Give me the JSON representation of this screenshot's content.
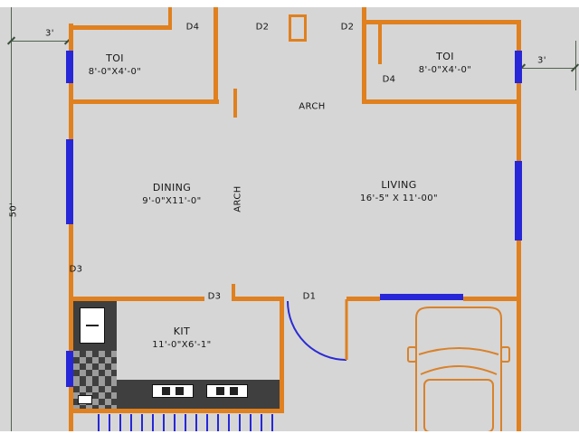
{
  "drawing": {
    "type": "residential floor plan",
    "dimension_left": "50'",
    "dimension_top_left": "3'",
    "dimension_top_right": "3'"
  },
  "rooms": {
    "toi_left": {
      "name": "TOI",
      "size": "8'-0\"X4'-0\""
    },
    "toi_right": {
      "name": "TOI",
      "size": "8'-0\"X4'-0\""
    },
    "dining": {
      "name": "DINING",
      "size": "9'-0\"X11'-0\""
    },
    "living": {
      "name": "LIVING",
      "size": "16'-5\" X 11'-00\""
    },
    "kitchen": {
      "name": "KIT",
      "size": "11'-0\"X6'-1\""
    }
  },
  "doors": {
    "d1": "D1",
    "d2_left": "D2",
    "d2_right": "D2",
    "d3_upper": "D3",
    "d3_lower": "D3",
    "d4_left": "D4",
    "d4_right": "D4"
  },
  "openings": {
    "arch_top": "ARCH",
    "arch_middle": "ARCH"
  },
  "colors": {
    "background": "#d6d6d6",
    "wall": "#e0801e",
    "window": "#2727d8",
    "counter": "#3f3f3f",
    "text": "#141414",
    "dimension": "#50624f"
  }
}
